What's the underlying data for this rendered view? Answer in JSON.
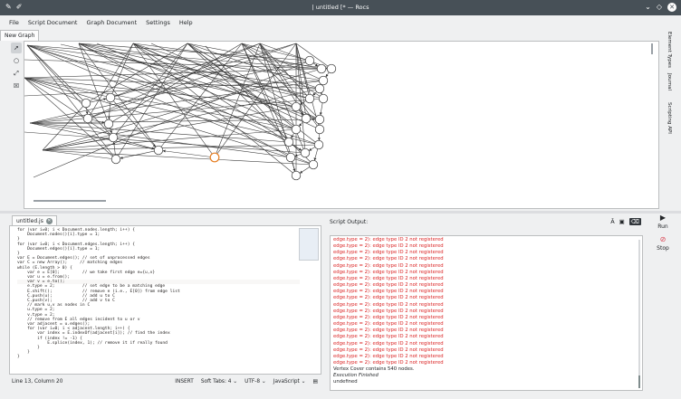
{
  "window": {
    "title": "| untitled [* — Rocs"
  },
  "menubar": [
    "File",
    "Script Document",
    "Graph Document",
    "Settings",
    "Help"
  ],
  "doc_tabs": [
    "New Graph"
  ],
  "right_dock_tabs": [
    "Element Types",
    "Journal",
    "Scripting API"
  ],
  "editor": {
    "tab_label": "untitled.js",
    "code": [
      "for (var i=0; i < Document.nodes.length; i++) {",
      "    Document.nodes()[i].type = 1;",
      "}",
      "for (var i=0; i < Document.edges.length; i++) {",
      "    Document.edges()[i].type = 1;",
      "}",
      "",
      "var E = Document.edges(); // set of unprocessed edges",
      "var C = new Array();     // matching edges",
      "while (E.length > 0) {",
      "    var e = E[0];         // we take first edge e={u,v}",
      "    var u = e.from();",
      "    var v = e.to();",
      "    e.type = 2;           // set edge to be a matching edge",
      "    E.shift();            // remove e (i.e., E[0]) from edge list",
      "    C.push(u);            // add u to C",
      "    C.push(v);            // add v to C",
      "",
      "    // mark u,v as nodes in C",
      "    u.type = 2;",
      "    v.type = 2;",
      "",
      "    // remove from E all edges incident to u or v",
      "    var adjacent = u.edges();",
      "    for (var i=0; i < adjacent.length; i++) {",
      "        var index = E.indexOf(adjacent[i]); // find the index",
      "        if (index != -1) {",
      "            E.splice(index, 1); // remove it if really found",
      "        }",
      "    }",
      "}"
    ],
    "status": {
      "position": "Line 13, Column 20",
      "mode": "INSERT",
      "indent": "Soft Tabs: 4",
      "encoding": "UTF-8",
      "language": "JavaScript"
    }
  },
  "output": {
    "header": "Script Output:",
    "lines": [
      {
        "text": "edge.type = 2): edge type ID 2 not registered",
        "kind": "err"
      },
      {
        "text": "edge.type = 2): edge type ID 2 not registered",
        "kind": "err"
      },
      {
        "text": "edge.type = 2): edge type ID 2 not registered",
        "kind": "err"
      },
      {
        "text": "edge.type = 2): edge type ID 2 not registered",
        "kind": "err"
      },
      {
        "text": "edge.type = 2): edge type ID 2 not registered",
        "kind": "err"
      },
      {
        "text": "edge.type = 2): edge type ID 2 not registered",
        "kind": "err"
      },
      {
        "text": "edge.type = 2): edge type ID 2 not registered",
        "kind": "err"
      },
      {
        "text": "edge.type = 2): edge type ID 2 not registered",
        "kind": "err"
      },
      {
        "text": "edge.type = 2): edge type ID 2 not registered",
        "kind": "err"
      },
      {
        "text": "edge.type = 2): edge type ID 2 not registered",
        "kind": "err"
      },
      {
        "text": "edge.type = 2): edge type ID 2 not registered",
        "kind": "err"
      },
      {
        "text": "edge.type = 2): edge type ID 2 not registered",
        "kind": "err"
      },
      {
        "text": "edge.type = 2): edge type ID 2 not registered",
        "kind": "err"
      },
      {
        "text": "edge.type = 2): edge type ID 2 not registered",
        "kind": "err"
      },
      {
        "text": "edge.type = 2): edge type ID 2 not registered",
        "kind": "err"
      },
      {
        "text": "edge.type = 2): edge type ID 2 not registered",
        "kind": "err"
      },
      {
        "text": "edge.type = 2): edge type ID 2 not registered",
        "kind": "err"
      },
      {
        "text": "edge.type = 2): edge type ID 2 not registered",
        "kind": "err"
      },
      {
        "text": "edge.type = 2): edge type ID 2 not registered",
        "kind": "err"
      },
      {
        "text": "edge.type = 2): edge type ID 2 not registered",
        "kind": "err"
      },
      {
        "text": "Vertex Cover contains 540 nodes.",
        "kind": "info"
      },
      {
        "text": "Execution Finished",
        "kind": "info italic"
      },
      {
        "text": "undefined",
        "kind": "info"
      }
    ]
  },
  "run_panel": {
    "run_label": "Run",
    "stop_label": "Stop"
  },
  "colors": {
    "titlebar": "#475057",
    "error_text": "#da2020",
    "selected_node": "#e67e22"
  }
}
